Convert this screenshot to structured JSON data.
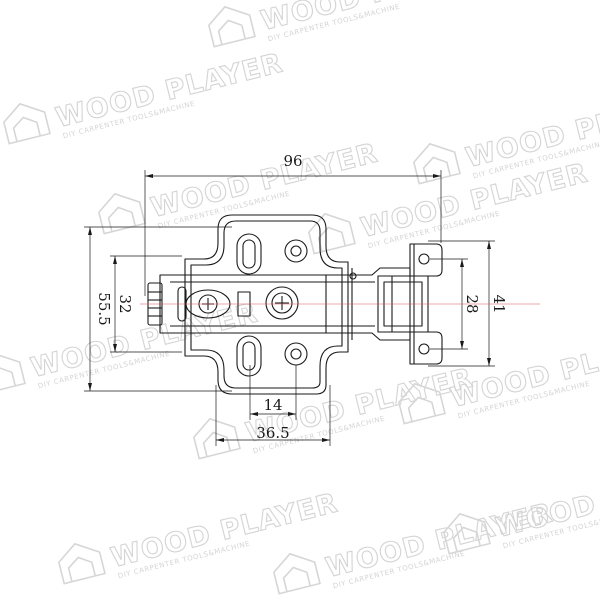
{
  "watermark": {
    "brand": "WOOD PLAYER",
    "tagline": "DIY CARPENTER TOOLS&MACHINE"
  },
  "dimensions": {
    "overall_width": "96",
    "overall_height": "55.5",
    "plate_height": "32",
    "cup_height_outer": "41",
    "cup_height_inner": "28",
    "hole_offset": "14",
    "plate_width": "36.5"
  },
  "colors": {
    "line": "#1a1a1a",
    "centerline": "#e05555",
    "watermark": "#d4d4d4"
  }
}
